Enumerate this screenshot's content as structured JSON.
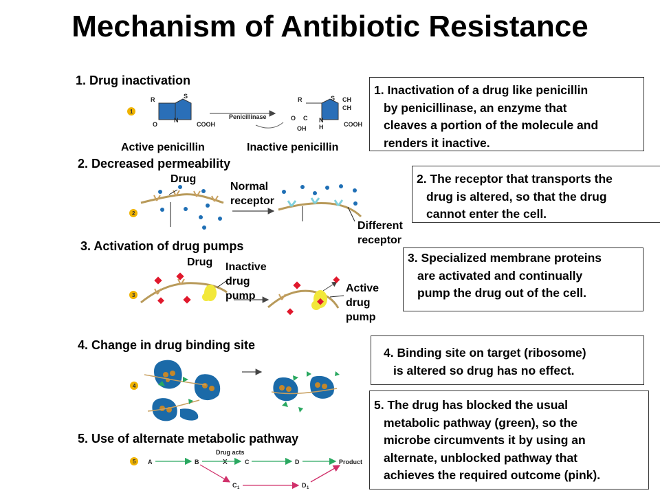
{
  "title": "Mechanism of Antibiotic Resistance",
  "sections": [
    {
      "num": "1",
      "heading": "1. Drug inactivation"
    },
    {
      "num": "2",
      "heading": "2. Decreased permeability"
    },
    {
      "num": "3",
      "heading": "3. Activation of drug pumps"
    },
    {
      "num": "4",
      "heading": "4. Change in drug binding site"
    },
    {
      "num": "5",
      "heading": "5. Use of alternate metabolic pathway"
    }
  ],
  "labels": {
    "active_penicillin": "Active penicillin",
    "inactive_penicillin": "Inactive penicillin",
    "penicillinase": "Penicillinase",
    "drug_2": "Drug",
    "normal_receptor_1": "Normal",
    "normal_receptor_2": "receptor",
    "different_receptor_1": "Different",
    "different_receptor_2": "receptor",
    "drug_3": "Drug",
    "inactive_pump_1": "Inactive",
    "inactive_pump_2": "drug",
    "inactive_pump_3": "pump",
    "active_pump_1": "Active",
    "active_pump_2": "drug",
    "active_pump_3": "pump",
    "drug_acts": "Drug acts",
    "x_mark": "X"
  },
  "chem": {
    "r": "R",
    "s": "S",
    "o": "O",
    "n": "N",
    "cooh": "COOH",
    "c": "C",
    "oh": "OH",
    "h": "H",
    "ch3": "CH"
  },
  "pathway": {
    "a": "A",
    "b": "B",
    "c": "C",
    "d": "D",
    "product": "Product",
    "c1": "C",
    "d1": "D",
    "sub": "1"
  },
  "explanations": [
    {
      "lines": [
        "1. Inactivation of a drug like penicillin",
        "by penicillinase, an enzyme that",
        "cleaves a portion of the molecule and",
        "renders it inactive."
      ]
    },
    {
      "lines": [
        "2. The receptor that transports the",
        "drug is altered, so that the drug",
        "cannot enter the cell."
      ]
    },
    {
      "lines": [
        "3. Specialized membrane proteins",
        "are activated and continually",
        "pump the drug out of the cell."
      ]
    },
    {
      "lines": [
        "4. Binding site on target (ribosome)",
        "is altered so drug has no effect."
      ]
    },
    {
      "lines": [
        "5. The drug has blocked the usual",
        "metabolic pathway (green), so the",
        "microbe circumvents it by using an",
        "alternate, unblocked pathway that",
        "achieves the required outcome (pink)."
      ]
    }
  ],
  "colors": {
    "drug_blue": "#1f6fb5",
    "membrane": "#b89a5a",
    "receptor_normal": "#c8a060",
    "receptor_different": "#7fd0dc",
    "drug_red": "#e0182c",
    "pump_yellow": "#f2e83a",
    "ribosome": "#1b6aa8",
    "ribosome_core": "#c4872a",
    "green": "#2aa860",
    "pink": "#d0306a",
    "badge": "#f0b300"
  }
}
